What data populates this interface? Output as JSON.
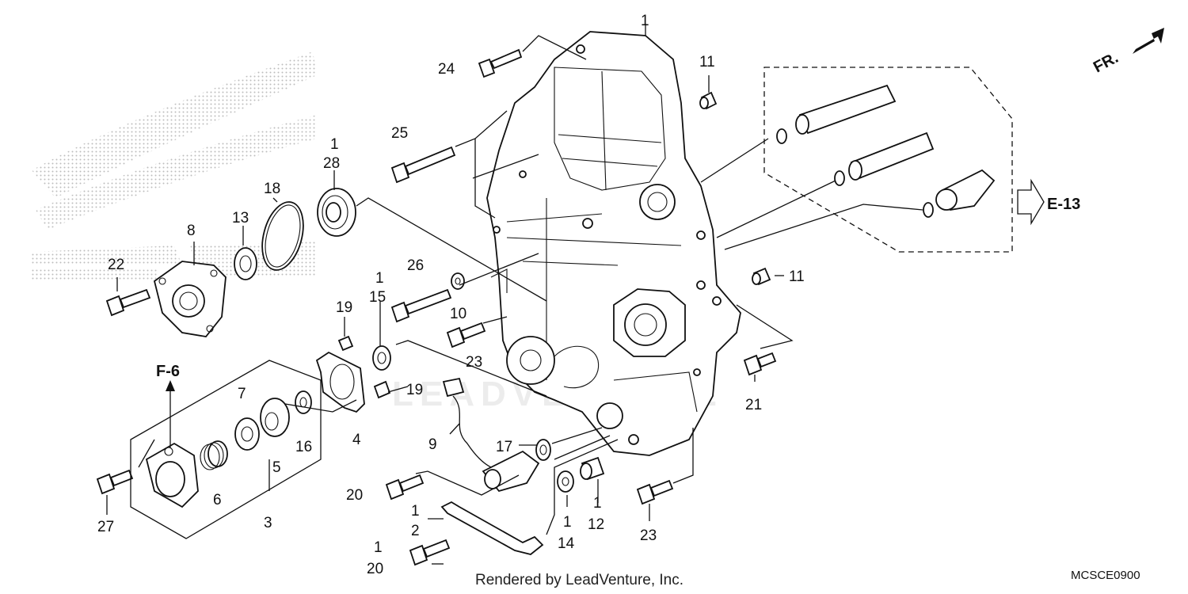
{
  "diagram": {
    "callouts": [
      {
        "id": "c1a",
        "label": "1"
      },
      {
        "id": "c11a",
        "label": "11"
      },
      {
        "id": "c24",
        "label": "24"
      },
      {
        "id": "c25",
        "label": "25"
      },
      {
        "id": "c1b",
        "label": "1"
      },
      {
        "id": "c28",
        "label": "28"
      },
      {
        "id": "c18",
        "label": "18"
      },
      {
        "id": "c13",
        "label": "13"
      },
      {
        "id": "c8",
        "label": "8"
      },
      {
        "id": "c22",
        "label": "22"
      },
      {
        "id": "c26",
        "label": "26"
      },
      {
        "id": "c1c",
        "label": "1"
      },
      {
        "id": "c15",
        "label": "15"
      },
      {
        "id": "c10",
        "label": "10"
      },
      {
        "id": "c11b",
        "label": "11"
      },
      {
        "id": "c19a",
        "label": "19"
      },
      {
        "id": "c19b",
        "label": "19"
      },
      {
        "id": "c23a",
        "label": "23"
      },
      {
        "id": "c21",
        "label": "21"
      },
      {
        "id": "c7",
        "label": "7"
      },
      {
        "id": "c16",
        "label": "16"
      },
      {
        "id": "c5",
        "label": "5"
      },
      {
        "id": "c4",
        "label": "4"
      },
      {
        "id": "c9",
        "label": "9"
      },
      {
        "id": "c17",
        "label": "17"
      },
      {
        "id": "c6",
        "label": "6"
      },
      {
        "id": "c3",
        "label": "3"
      },
      {
        "id": "c27",
        "label": "27"
      },
      {
        "id": "c20a",
        "label": "20"
      },
      {
        "id": "c1d",
        "label": "1"
      },
      {
        "id": "c2",
        "label": "2"
      },
      {
        "id": "c1e",
        "label": "1"
      },
      {
        "id": "c14",
        "label": "14"
      },
      {
        "id": "c1f",
        "label": "1"
      },
      {
        "id": "c12",
        "label": "12"
      },
      {
        "id": "c23b",
        "label": "23"
      },
      {
        "id": "c1g",
        "label": "1"
      },
      {
        "id": "c20b",
        "label": "20"
      }
    ],
    "refs": {
      "f6": "F-6",
      "e13": "E-13",
      "fr": "FR."
    },
    "watermark": "LEADVENTURE",
    "credit": "Rendered by LeadVenture, Inc.",
    "diagram_code": "MCSCE0900"
  }
}
